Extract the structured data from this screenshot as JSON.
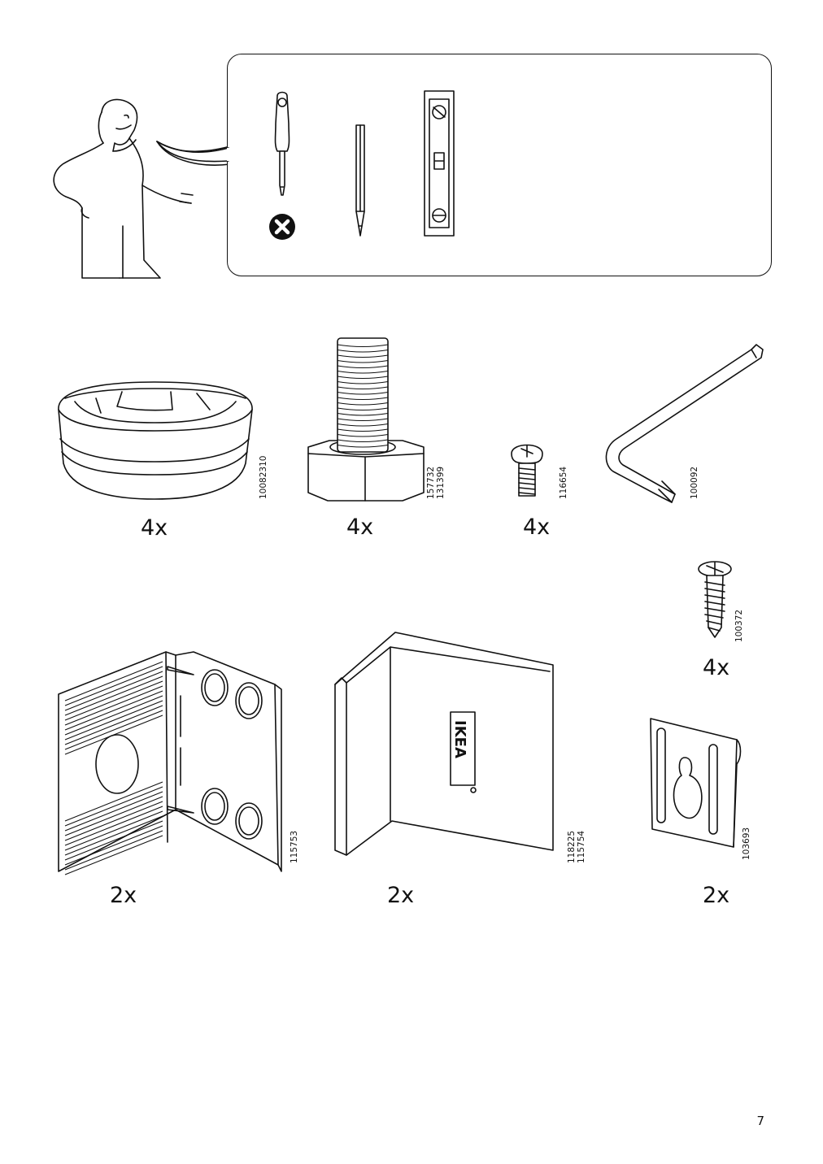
{
  "page": {
    "number": "7"
  },
  "tools": [
    {
      "name": "phillips-screwdriver",
      "excluded": true
    },
    {
      "name": "pencil",
      "excluded": false
    },
    {
      "name": "spirit-level",
      "excluded": false
    }
  ],
  "parts": [
    {
      "id": "leg-cap",
      "quantity": "4x",
      "part_number": "10082310"
    },
    {
      "id": "adjustable-foot-bolt",
      "quantity": "4x",
      "part_number": "157732\n131399"
    },
    {
      "id": "machine-screw",
      "quantity": "4x",
      "part_number": "116654"
    },
    {
      "id": "allen-key",
      "quantity": "",
      "part_number": "100092"
    },
    {
      "id": "wood-screw",
      "quantity": "4x",
      "part_number": "100372"
    },
    {
      "id": "corner-bracket",
      "quantity": "2x",
      "part_number": "115753"
    },
    {
      "id": "angle-bracket",
      "quantity": "2x",
      "part_number": "118225\n115754"
    },
    {
      "id": "keyhole-plate",
      "quantity": "2x",
      "part_number": "103693"
    }
  ],
  "brand_mark": "IKEA"
}
